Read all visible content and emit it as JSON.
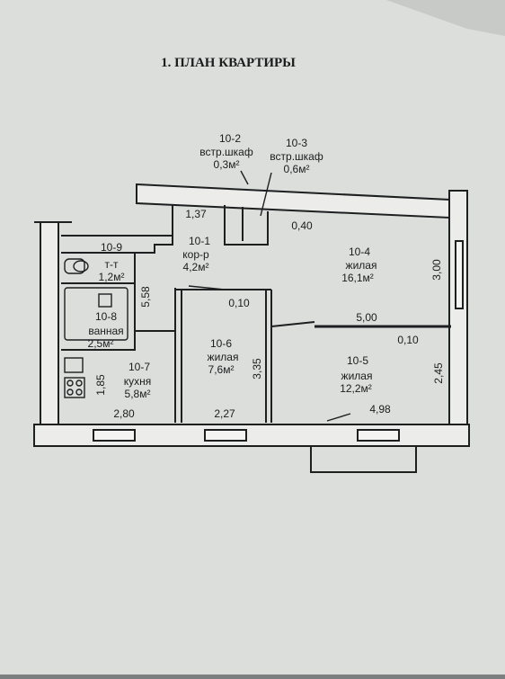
{
  "title": "1. ПЛАН КВАРТИРЫ",
  "colors": {
    "paper": "#dcdedb",
    "ink": "#1d1f21",
    "background": "#7b7f80"
  },
  "rooms": [
    {
      "id": "10-2",
      "name": "встр.шкаф",
      "area": "0,3м²"
    },
    {
      "id": "10-3",
      "name": "встр.шкаф",
      "area": "0,6м²"
    },
    {
      "id": "10-1",
      "name": "кор-р",
      "area": "4,2м²"
    },
    {
      "id": "10-4",
      "name": "жилая",
      "area": "16,1м²"
    },
    {
      "id": "10-9",
      "name": "т-т",
      "area": "1,2м²"
    },
    {
      "id": "10-8",
      "name": "ванная",
      "area": "2,5м²"
    },
    {
      "id": "10-7",
      "name": "кухня",
      "area": "5,8м²"
    },
    {
      "id": "10-6",
      "name": "жилая",
      "area": "7,6м²"
    },
    {
      "id": "10-5",
      "name": "жилая",
      "area": "12,2м²"
    }
  ],
  "dimensions": {
    "d_137": "1,37",
    "d_040": "0,40",
    "d_300": "3,00",
    "d_558": "5,58",
    "d_010a": "0,10",
    "d_500": "5,00",
    "d_010b": "0,10",
    "d_335": "3,35",
    "d_245": "2,45",
    "d_185": "1,85",
    "d_280": "2,80",
    "d_227": "2,27",
    "d_498": "4,98"
  }
}
